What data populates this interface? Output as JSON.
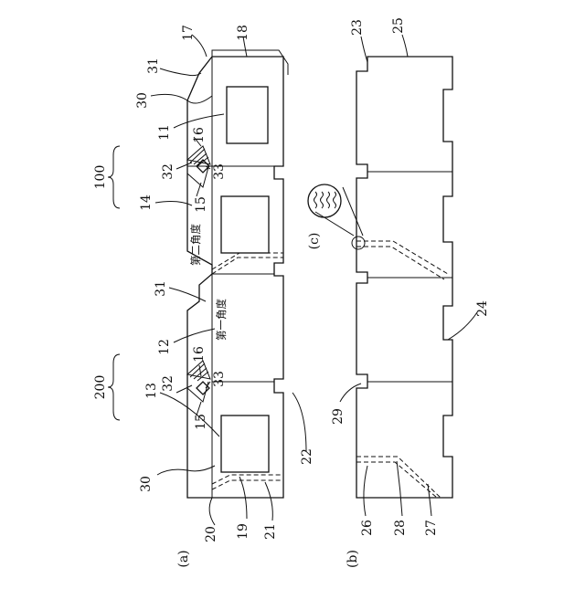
{
  "figure_a": {
    "label": "(a)",
    "callouts": {
      "c17": "17",
      "c18": "18",
      "c31_top": "31",
      "c30_top": "30",
      "c11": "11",
      "c16_top": "16",
      "c32_top": "32",
      "c33_top": "33",
      "c100": "100",
      "c14": "14",
      "c15_top": "15",
      "c31_mid": "31",
      "c200": "200",
      "c12": "12",
      "c13": "13",
      "c32_bot": "32",
      "c16_bot": "16",
      "c33_bot": "33",
      "c15_bot": "15",
      "c22": "22",
      "c30_bot": "30",
      "c20": "20",
      "c19": "19",
      "c21": "21"
    },
    "angle_second": "第二角度",
    "angle_first": "第一角度"
  },
  "figure_b": {
    "label": "(b)",
    "callouts": {
      "c23": "23",
      "c25": "25",
      "c24": "24",
      "c29": "29",
      "c26": "26",
      "c28": "28",
      "c27": "27"
    },
    "detail_label": "(c)"
  }
}
